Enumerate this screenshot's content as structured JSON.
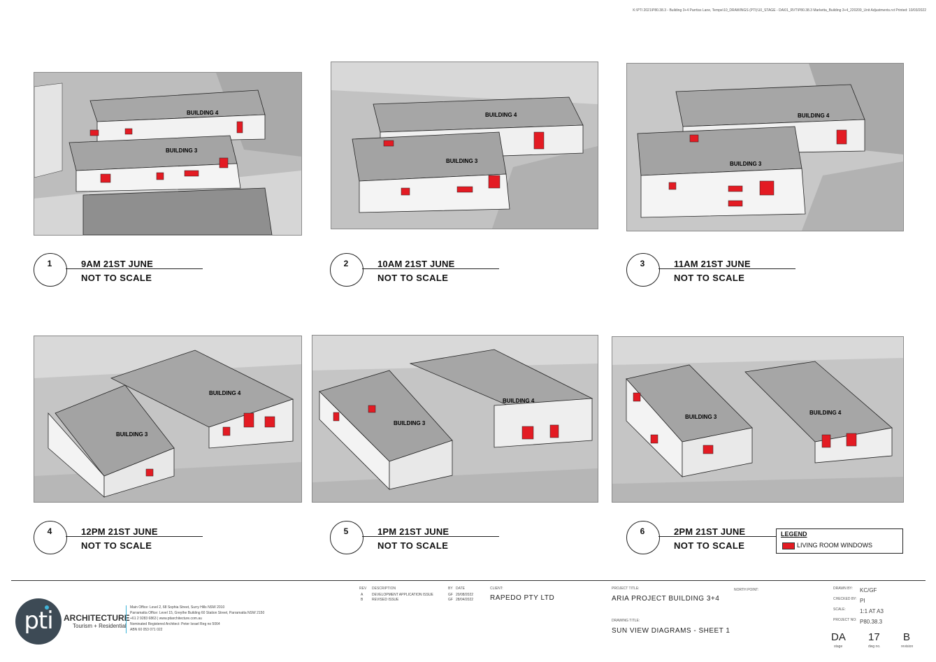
{
  "file_path": "K:\\PTI 2021\\P80.38.3 - Building 3+4 Parrtiss Lane, Tempe\\10_DRAWINGS (PTI)\\10_STAGE - DA\\01_RVT\\P80.38.3 Marketta_Building 3+4_220209_Unit Adjustments.rvt     Printed: 10/03/2022",
  "colors": {
    "accent": "#e31b23",
    "window_red": "#e31b23"
  },
  "views": [
    {
      "num": "1",
      "title": "9AM 21ST JUNE",
      "scale": "NOT TO SCALE",
      "label_a": "BUILDING 4",
      "label_b": "BUILDING 3"
    },
    {
      "num": "2",
      "title": "10AM 21ST JUNE",
      "scale": "NOT TO SCALE",
      "label_a": "BUILDING 4",
      "label_b": "BUILDING 3"
    },
    {
      "num": "3",
      "title": "11AM 21ST JUNE",
      "scale": "NOT TO SCALE",
      "label_a": "BUILDING 4",
      "label_b": "BUILDING 3"
    },
    {
      "num": "4",
      "title": "12PM 21ST JUNE",
      "scale": "NOT TO SCALE",
      "label_a": "BUILDING 4",
      "label_b": "BUILDING 3"
    },
    {
      "num": "5",
      "title": "1PM 21ST JUNE",
      "scale": "NOT TO SCALE",
      "label_a": "BUILDING 4",
      "label_b": "BUILDING 3"
    },
    {
      "num": "6",
      "title": "2PM 21ST JUNE",
      "scale": "NOT TO SCALE",
      "label_a": "BUILDING 3",
      "label_b": "BUILDING 4"
    }
  ],
  "legend": {
    "title": "LEGEND",
    "item": "LIVING ROOM WINDOWS"
  },
  "title_block": {
    "brand": "ARCHITECTURE",
    "brand_sub": "Tourism + Residential",
    "logo_text": "pti",
    "office_lines": [
      "Main Office: Level 2, 68 Sophia Street, Surry Hills NSW 2010",
      "Parramatta Office: Level 15, Greythe Building 60 Station Street, Parramatta NSW 2150",
      "+61 2 9283 6863  |  www.ptiarchitecture.com.au",
      "Nominated Registered Architect: Peter Israel Reg no 5064",
      "ABN 60 053 071 022"
    ],
    "rev_header": "REV",
    "desc_header": "DESCRIPTION",
    "by_header": "BY",
    "date_header": "DATE",
    "revisions": [
      {
        "rev": "A",
        "desc": "DEVELOPMENT APPLICATION ISSUE",
        "by": "GF",
        "date": "20/08/2022"
      },
      {
        "rev": "B",
        "desc": "REVISED ISSUE",
        "by": "GF",
        "date": "28/04/2022"
      }
    ],
    "client_label": "CLIENT:",
    "client": "RAPEDO PTY LTD",
    "project_title_label": "PROJECT TITLE:",
    "project_title": "ARIA PROJECT BUILDING 3+4",
    "north_point_label": "NORTH POINT:",
    "drawing_title_label": "DRAWING TITLE:",
    "drawing_title": "SUN VIEW DIAGRAMS - SHEET 1",
    "drawn_by_label": "DRAWN BY:",
    "drawn_by": "KC/GF",
    "checked_by_label": "CHECKED BY:",
    "checked_by": "PI",
    "scale_label": "SCALE:",
    "scale": "1:1 AT A3",
    "project_no_label": "PROJECT NO:",
    "project_no": "P80.38.3",
    "stage": "DA",
    "stage_label": "stage",
    "dwg_no": "17",
    "dwg_no_label": "dwg no.",
    "revision": "B",
    "revision_label": "revision"
  }
}
